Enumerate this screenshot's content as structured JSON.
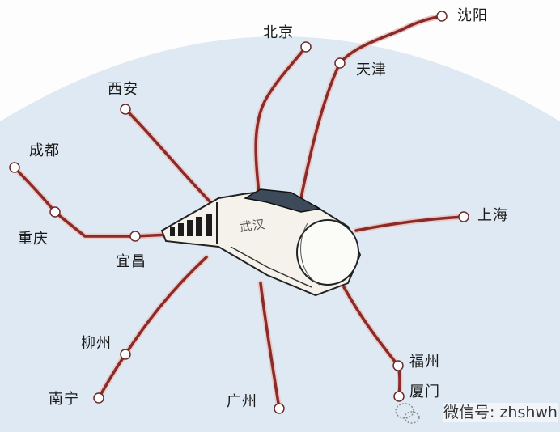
{
  "hub": {
    "name": "武汉"
  },
  "cities": {
    "beijing": "北京",
    "shenyang": "沈阳",
    "tianjin": "天津",
    "xian": "西安",
    "chengdu": "成都",
    "chongqing": "重庆",
    "yichang": "宜昌",
    "shanghai": "上海",
    "liuzhou": "柳州",
    "nanning": "南宁",
    "guangzhou": "广州",
    "fuzhou": "福州",
    "xiamen": "厦门"
  },
  "watermark": "微信号: zhshwh",
  "colors": {
    "route": "#8a2a2a",
    "background": "#dfe9f3",
    "train_body": "#f4f2ea"
  }
}
